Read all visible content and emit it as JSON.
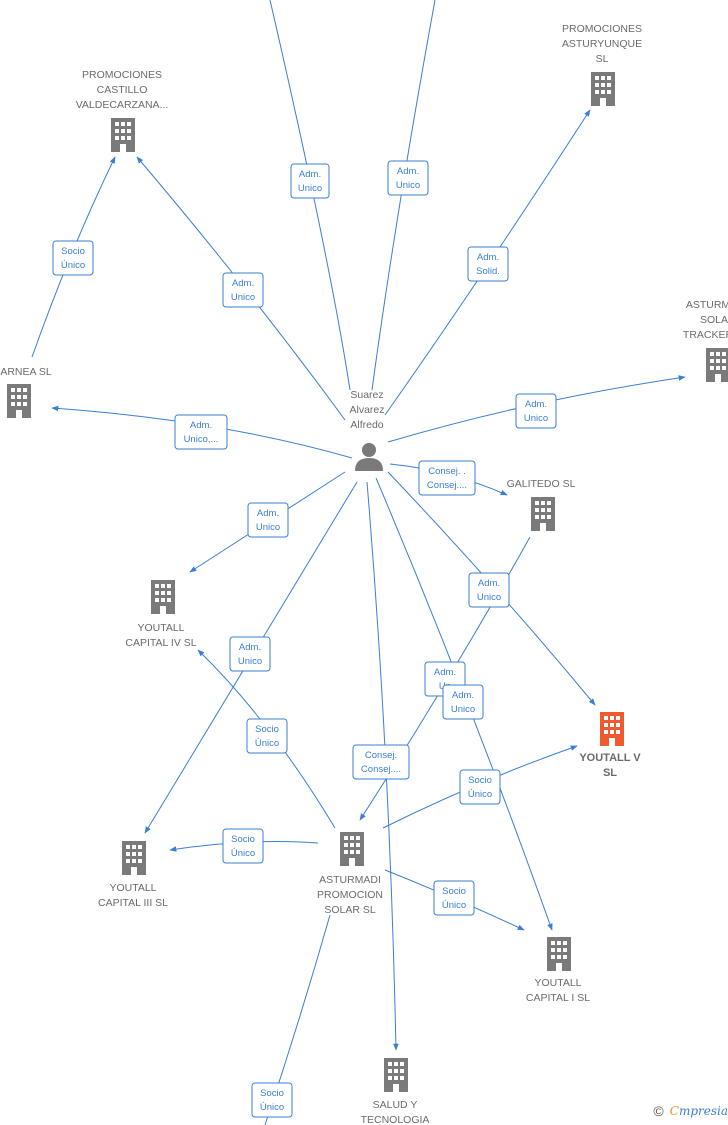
{
  "center": {
    "label": [
      "Suarez",
      "Alvarez",
      "Alfredo"
    ],
    "icon": "person-icon"
  },
  "companies": [
    {
      "id": "castillo",
      "label": [
        "PROMOCIONES",
        "CASTILLO",
        "VALDECARZANA..."
      ],
      "icon": "building-icon"
    },
    {
      "id": "asturyunque",
      "label": [
        "PROMOCIONES",
        "ASTURYUNQUE",
        "SL"
      ],
      "icon": "building-icon"
    },
    {
      "id": "asturm_tracker",
      "label": [
        "ASTURM",
        "SOLA",
        "TRACKER"
      ],
      "icon": "building-icon"
    },
    {
      "id": "arnea",
      "label": [
        "ARNEA SL"
      ],
      "icon": "building-icon"
    },
    {
      "id": "galitedo",
      "label": [
        "GALITEDO SL"
      ],
      "icon": "building-icon"
    },
    {
      "id": "youtall_iv",
      "label": [
        "YOUTALL",
        "CAPITAL IV  SL"
      ],
      "icon": "building-icon"
    },
    {
      "id": "youtall_v",
      "label": [
        "YOUTALL V",
        "SL"
      ],
      "icon": "building-icon",
      "highlight": true
    },
    {
      "id": "asturmadi",
      "label": [
        "ASTURMADI",
        "PROMOCION",
        "SOLAR  SL"
      ],
      "icon": "building-icon"
    },
    {
      "id": "youtall_iii",
      "label": [
        "YOUTALL",
        "CAPITAL III  SL"
      ],
      "icon": "building-icon"
    },
    {
      "id": "youtall_i",
      "label": [
        "YOUTALL",
        "CAPITAL I  SL"
      ],
      "icon": "building-icon"
    },
    {
      "id": "salud",
      "label": [
        "SALUD Y",
        "TECNOLOGIA"
      ],
      "icon": "building-icon"
    }
  ],
  "edge_labels": [
    [
      "Adm.",
      "Unico"
    ],
    [
      "Adm.",
      "Unico"
    ],
    [
      "Adm.",
      "Solid."
    ],
    [
      "Adm.",
      "Unico"
    ],
    [
      "Socio",
      "Único"
    ],
    [
      "Adm.",
      "Unico"
    ],
    [
      "Adm.",
      "Unico,..."
    ],
    [
      "Consej. .",
      "Consej...."
    ],
    [
      "Adm.",
      "Unico"
    ],
    [
      "Adm.",
      "Unico"
    ],
    [
      "Adm.",
      "Unico"
    ],
    [
      "Adm.",
      "Un"
    ],
    [
      "Adm.",
      "Unico"
    ],
    [
      "Socio",
      "Único"
    ],
    [
      "Consej.",
      "Consej...."
    ],
    [
      "Socio",
      "Único"
    ],
    [
      "Socio",
      "Único"
    ],
    [
      "Socio",
      "Único"
    ],
    [
      "Socio",
      "Único"
    ]
  ],
  "footer": {
    "copyright": "©",
    "brand_first": "C",
    "brand_rest": "mpresia"
  },
  "colors": {
    "edge": "#3a7fd5",
    "node": "#7a7a7a",
    "highlight": "#ef5a2f"
  }
}
